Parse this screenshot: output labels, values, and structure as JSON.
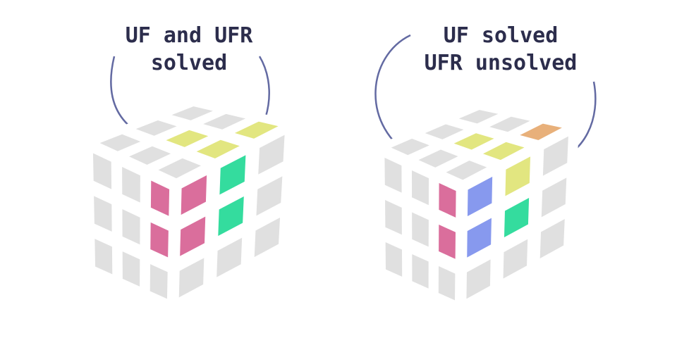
{
  "left_panel": {
    "caption_line1": "UF and UFR",
    "caption_line2": "solved"
  },
  "right_panel": {
    "caption_line1": "UF solved",
    "caption_line2": "UFR unsolved"
  },
  "colors": {
    "sticker_gray": "#e0e0e0",
    "cube_body": "#ffffff",
    "pink": "#da6e9c",
    "yellow": "#e2e680",
    "green": "#34dc9e",
    "orange": "#e8b07a",
    "blue": "#8799ee",
    "arrow": "#636aa2",
    "text": "#2c2d4c"
  }
}
